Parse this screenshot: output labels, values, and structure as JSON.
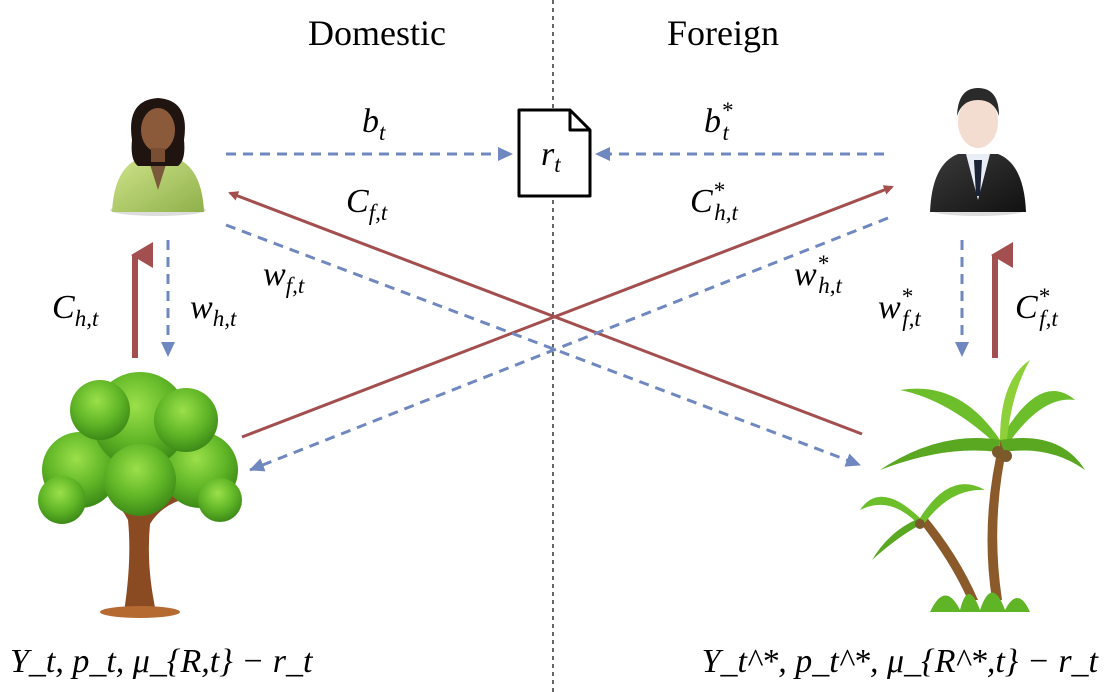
{
  "headers": {
    "domestic": "Domestic",
    "foreign": "Foreign"
  },
  "bond": {
    "label": "r",
    "sub": "t"
  },
  "flows": {
    "b_domestic": {
      "main": "b",
      "sub": "t",
      "sup": ""
    },
    "b_foreign": {
      "main": "b",
      "sub": "t",
      "sup": "*"
    },
    "C_h": {
      "main": "C",
      "sub": "h,t",
      "sup": ""
    },
    "w_h": {
      "main": "w",
      "sub": "h,t",
      "sup": ""
    },
    "C_f": {
      "main": "C",
      "sub": "f,t",
      "sup": ""
    },
    "w_f": {
      "main": "w",
      "sub": "f,t",
      "sup": ""
    },
    "C_h_star": {
      "main": "C",
      "sub": "h,t",
      "sup": "*"
    },
    "w_h_star": {
      "main": "w",
      "sub": "h,t",
      "sup": "*"
    },
    "w_f_star": {
      "main": "w",
      "sub": "f,t",
      "sup": "*"
    },
    "C_f_star": {
      "main": "C",
      "sub": "f,t",
      "sup": "*"
    }
  },
  "bottom_labels": {
    "domestic": "Y_t, p_t, μ_{R,t} − r_t",
    "foreign": "Y_t^*, p_t^*, μ_{R^*,t} − r_t"
  },
  "colors": {
    "goods": "#a34f4f",
    "labor": "#7088c0",
    "divider": "#333333"
  }
}
